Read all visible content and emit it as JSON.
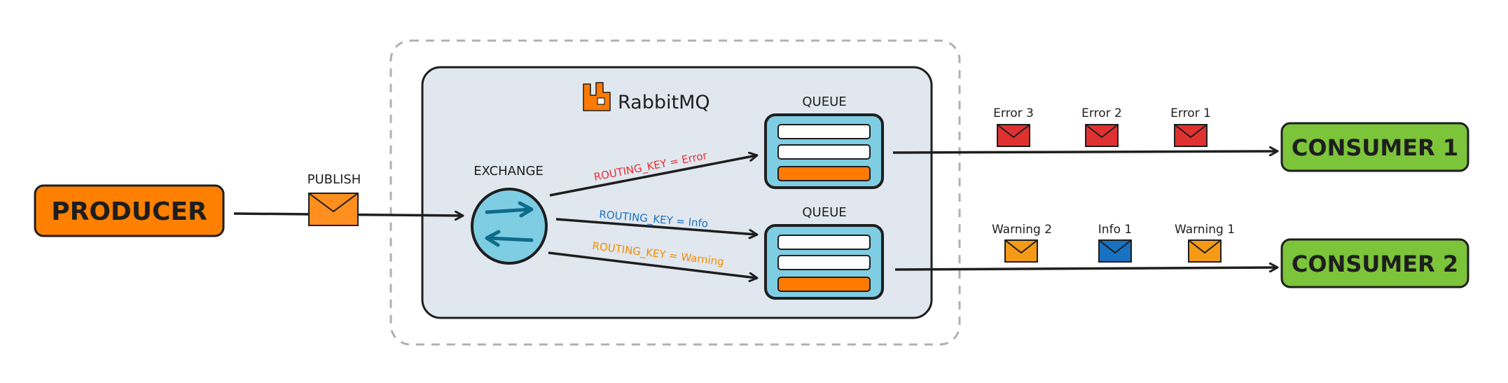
{
  "colors": {
    "producer": "#ff8000",
    "consumer": "#7cc43a",
    "broker_bg": "#e1e7ef",
    "exchange": "#7ecde3",
    "queue_bg": "#7ecde3",
    "queue_active": "#ff7a00",
    "msg_error": "#e03131",
    "msg_warning": "#f59a17",
    "msg_info": "#1971c2",
    "msg_publish": "#ff8f1f",
    "route_error": "#e03131",
    "route_info": "#1971c2",
    "route_warning": "#f08c00",
    "stroke": "#1e1e1e",
    "dashed": "#b0b0b0"
  },
  "producer": {
    "label": "PRODUCER"
  },
  "publish": {
    "label": "PUBLISH"
  },
  "broker": {
    "name": "RabbitMQ",
    "icon": "rabbitmq-logo-icon"
  },
  "exchange": {
    "label": "EXCHANGE",
    "icon": "swap-arrows-icon"
  },
  "routes": [
    {
      "label": "ROUTING_KEY = Error",
      "color": "#e03131"
    },
    {
      "label": "ROUTING_KEY = Info",
      "color": "#1971c2"
    },
    {
      "label": "ROUTING_KEY = Warning",
      "color": "#f08c00"
    }
  ],
  "queues": [
    {
      "label": "QUEUE"
    },
    {
      "label": "QUEUE"
    }
  ],
  "consumers": [
    {
      "label": "CONSUMER 1"
    },
    {
      "label": "CONSUMER 2"
    }
  ],
  "messages_queue1": [
    {
      "label": "Error 3",
      "color": "#e03131",
      "icon": "envelope-icon"
    },
    {
      "label": "Error 2",
      "color": "#e03131",
      "icon": "envelope-icon"
    },
    {
      "label": "Error 1",
      "color": "#e03131",
      "icon": "envelope-icon"
    }
  ],
  "messages_queue2": [
    {
      "label": "Warning 2",
      "color": "#f59a17",
      "icon": "envelope-icon"
    },
    {
      "label": "Info 1",
      "color": "#1971c2",
      "icon": "envelope-icon"
    },
    {
      "label": "Warning 1",
      "color": "#f59a17",
      "icon": "envelope-icon"
    }
  ]
}
